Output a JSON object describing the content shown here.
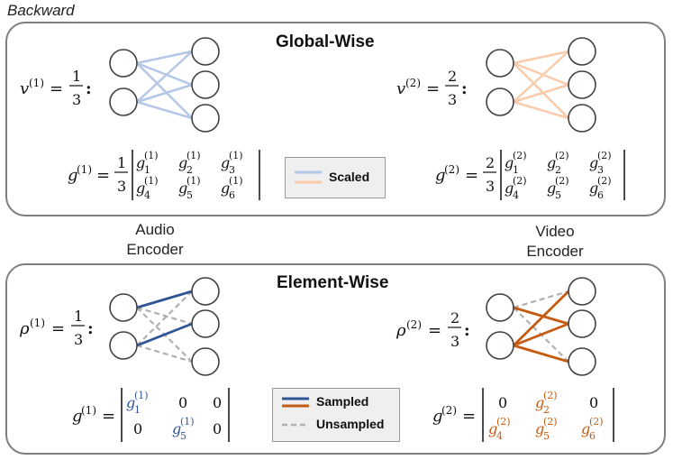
{
  "header": {
    "title": "Backward"
  },
  "global": {
    "title": "Global-Wise",
    "legend": {
      "label": "Scaled",
      "colors": {
        "audio": "#b4c7e7",
        "video": "#f8cbad"
      }
    },
    "audio": {
      "weight_lhs": "v",
      "weight_sup": "(1)",
      "weight_num": "1",
      "weight_den": "3",
      "grad_lhs": "g",
      "grad_sup": "(1)",
      "scale_num": "1",
      "scale_den": "3",
      "cells": [
        [
          "g",
          "1",
          "(1)"
        ],
        [
          "g",
          "2",
          "(1)"
        ],
        [
          "g",
          "3",
          "(1)"
        ],
        [
          "g",
          "4",
          "(1)"
        ],
        [
          "g",
          "5",
          "(1)"
        ],
        [
          "g",
          "6",
          "(1)"
        ]
      ]
    },
    "video": {
      "weight_lhs": "v",
      "weight_sup": "(2)",
      "weight_num": "2",
      "weight_den": "3",
      "grad_lhs": "g",
      "grad_sup": "(2)",
      "scale_num": "2",
      "scale_den": "3",
      "cells": [
        [
          "g",
          "1",
          "(2)"
        ],
        [
          "g",
          "2",
          "(2)"
        ],
        [
          "g",
          "3",
          "(2)"
        ],
        [
          "g",
          "4",
          "(2)"
        ],
        [
          "g",
          "5",
          "(2)"
        ],
        [
          "g",
          "6",
          "(2)"
        ]
      ]
    }
  },
  "encoders": {
    "audio_line1": "Audio",
    "audio_line2": "Encoder",
    "video_line1": "Video",
    "video_line2": "Encoder"
  },
  "element": {
    "title": "Element-Wise",
    "legend": {
      "sampled_label": "Sampled",
      "unsampled_label": "Unsampled",
      "colors": {
        "audio": "#2f5597",
        "video": "#c55a11",
        "unsampled": "#b0b0b0"
      }
    },
    "audio": {
      "weight_lhs": "ρ",
      "weight_sup": "(1)",
      "weight_num": "1",
      "weight_den": "3",
      "grad_lhs": "g",
      "grad_sup": "(1)",
      "row1": [
        "g",
        "1",
        "(1)",
        "0",
        "0"
      ],
      "row2": [
        "0",
        "g",
        "5",
        "(1)",
        "0"
      ]
    },
    "video": {
      "weight_lhs": "ρ",
      "weight_sup": "(2)",
      "weight_num": "2",
      "weight_den": "3",
      "grad_lhs": "g",
      "grad_sup": "(2)",
      "row1": [
        "0",
        "g",
        "2",
        "(2)",
        "0"
      ],
      "row2": [
        "g",
        "4",
        "(2)",
        "g",
        "5",
        "(2)",
        "g",
        "6",
        "(2)"
      ]
    }
  }
}
